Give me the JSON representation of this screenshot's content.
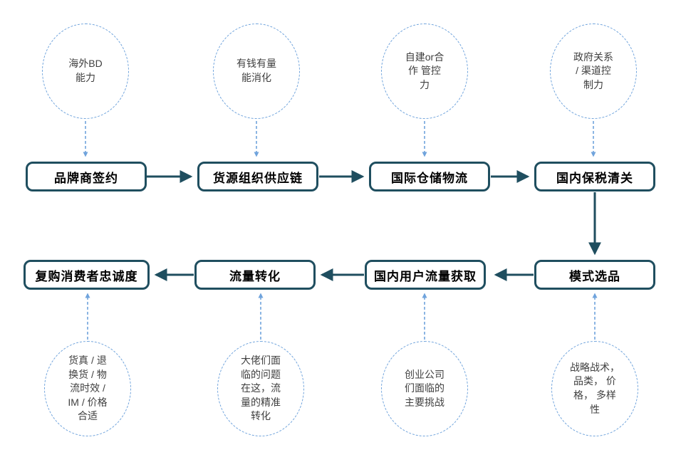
{
  "diagram": {
    "title": "cross-border e-commerce value chain flow",
    "colors": {
      "solid_line": "#1f4e5f",
      "dashed_line": "#6fa3dc",
      "circle_text": "#3f3f3f",
      "box_text": "#000000",
      "background": "#ffffff"
    },
    "top_circles": [
      {
        "label": "海外BD\n能力"
      },
      {
        "label": "有钱有量\n能消化"
      },
      {
        "label": "自建or合\n作 管控\n力"
      },
      {
        "label": "政府关系\n/ 渠道控\n制力"
      }
    ],
    "top_boxes": [
      {
        "label": "品牌商签约"
      },
      {
        "label": "货源组织供应链"
      },
      {
        "label": "国际仓储物流"
      },
      {
        "label": "国内保税清关"
      }
    ],
    "bottom_boxes": [
      {
        "label": "复购消费者忠诚度"
      },
      {
        "label": "流量转化"
      },
      {
        "label": "国内用户流量获取"
      },
      {
        "label": "模式选品"
      }
    ],
    "bottom_circles": [
      {
        "label": "货真 / 退\n换货 / 物\n流时效 /\nIM / 价格\n合适"
      },
      {
        "label": "大佬们面\n临的问题\n在这，流\n量的精准\n转化"
      },
      {
        "label": "创业公司\n们面临的\n主要挑战"
      },
      {
        "label": "战略战术，\n品类， 价\n格， 多样\n性"
      }
    ],
    "flow": [
      "品牌商签约 → 货源组织供应链 → 国际仓储物流 → 国内保税清关 → 模式选品 → 国内用户流量获取 → 流量转化 → 复购消费者忠诚度"
    ]
  }
}
